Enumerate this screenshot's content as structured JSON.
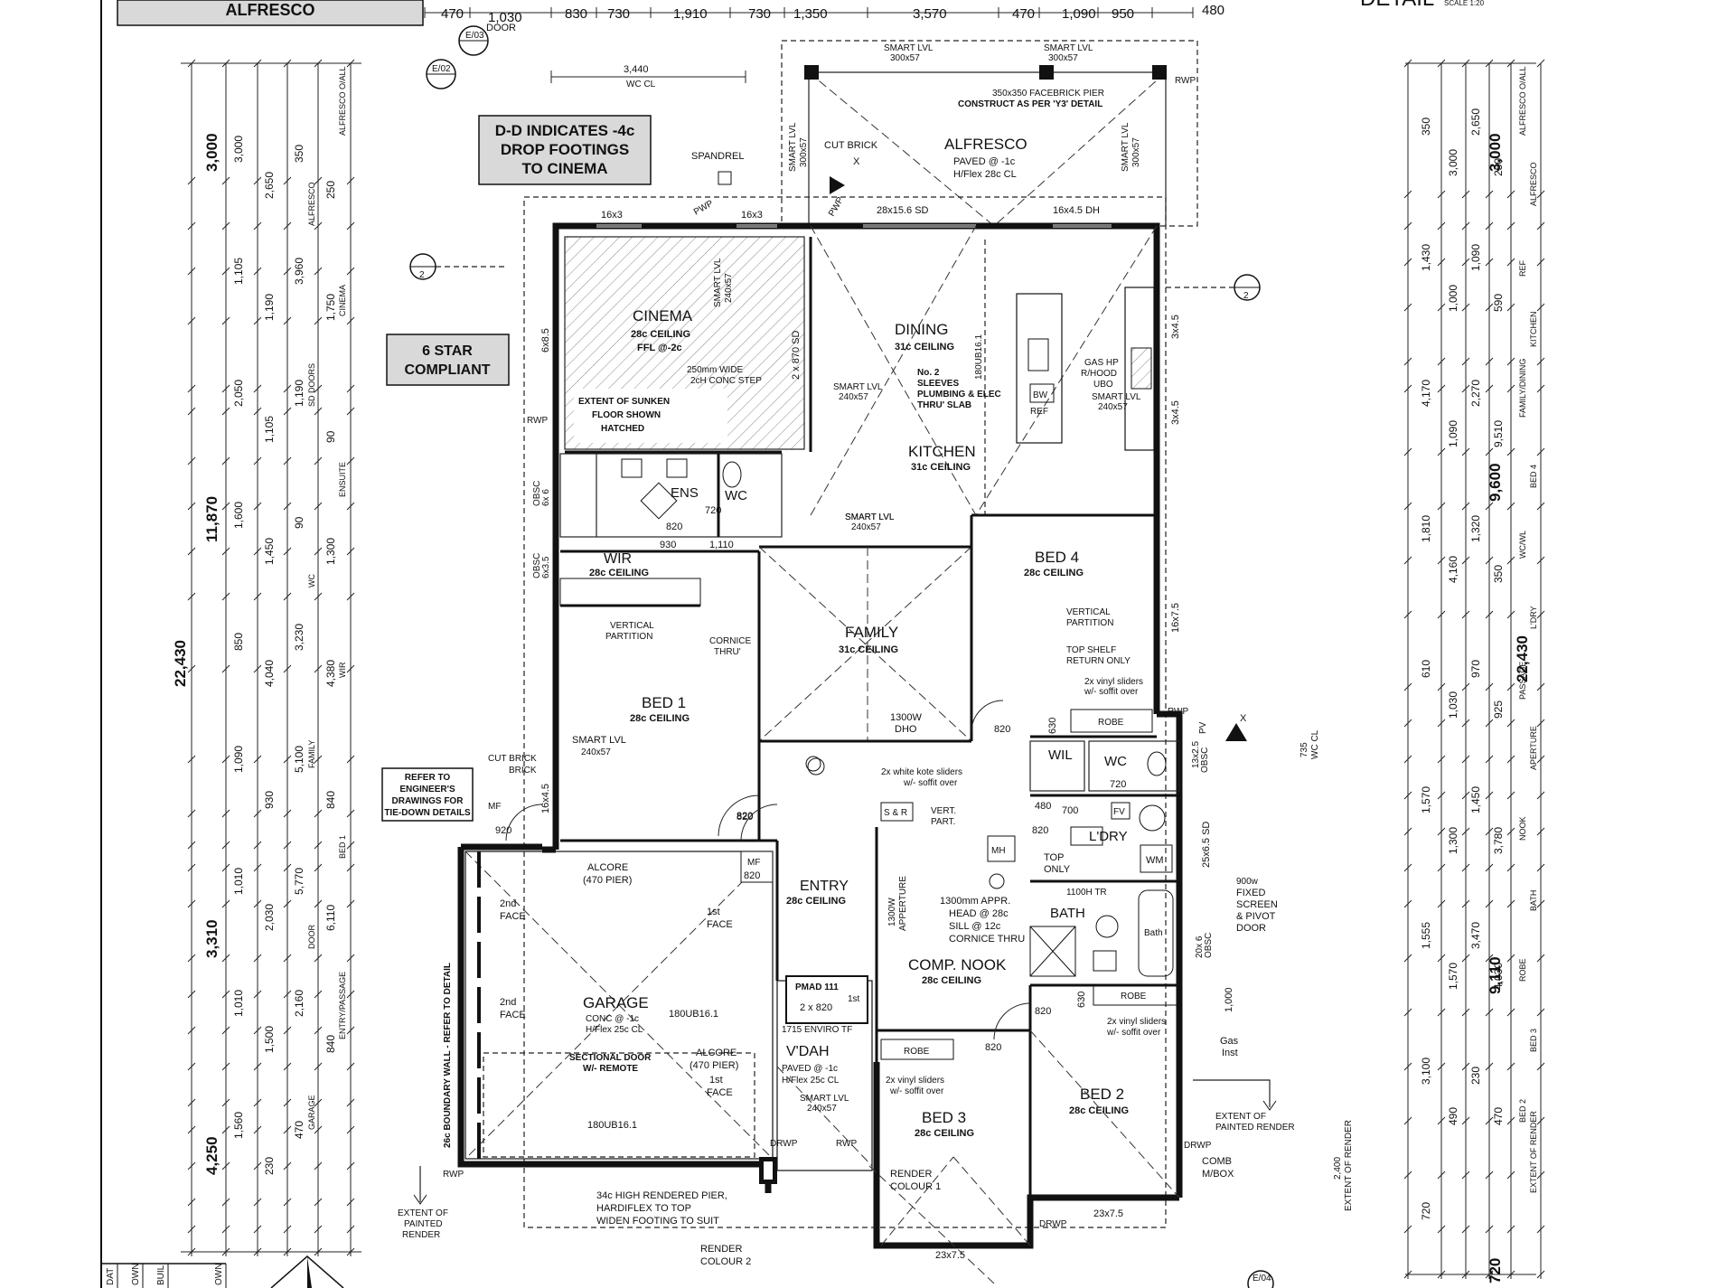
{
  "header": {
    "alfresco_tab": "ALFRESCO",
    "detail": "DETAIL",
    "detail_scale": "SCALE 1:20"
  },
  "callouts": {
    "dd_note": [
      "D-D INDICATES -4c",
      "DROP FOOTINGS",
      "TO CINEMA"
    ],
    "star_note": [
      "6 STAR",
      "COMPLIANT"
    ],
    "engineer_note": [
      "REFER TO",
      "ENGINEER'S",
      "DRAWINGS FOR",
      "TIE-DOWN DETAILS"
    ]
  },
  "section_markers": [
    "E/03",
    "E/02",
    "E/04",
    "2",
    "2"
  ],
  "top_dims": [
    "470",
    "1,030",
    "830",
    "730",
    "1,910",
    "730",
    "1,350",
    "3,570",
    "470",
    "1,090",
    "950",
    "480"
  ],
  "top_dim_door": "DOOR",
  "wc_cl_dim": [
    "3,440",
    "WC CL"
  ],
  "left_dims_outer": [
    "3,000",
    "11,870",
    "22,430",
    "3,310",
    "4,250"
  ],
  "left_dims_inner": [
    "3,000",
    "2,650",
    "350",
    "250",
    "1,105",
    "1,190",
    "3,960",
    "1,750",
    "2,050",
    "1,105",
    "1,190",
    "90",
    "1,600",
    "1,450",
    "90",
    "1,300",
    "850",
    "4,040",
    "3,230",
    "4,380",
    "1,090",
    "930",
    "5,100",
    "840",
    "1,010",
    "2,030",
    "5,770",
    "6,110",
    "1,010",
    "1,500",
    "2,160",
    "840",
    "1,560",
    "230",
    "470"
  ],
  "left_dim_words": [
    "ALFRESCO O/ALL",
    "ALFRESCO",
    "CINEMA",
    "SD DOORS",
    "ENSUITE",
    "WC",
    "WIR",
    "FAMILY",
    "BED 1",
    "DOOR",
    "ENTRY/PASSAGE",
    "GARAGE"
  ],
  "right_dims_outer": [
    "3,000",
    "9,600",
    "22,430",
    "9,110",
    "720"
  ],
  "right_dims_inner": [
    "350",
    "3,000",
    "2,650",
    "250",
    "1,430",
    "1,000",
    "1,090",
    "590",
    "4,170",
    "1,090",
    "2,270",
    "9,510",
    "1,810",
    "4,160",
    "1,320",
    "350",
    "610",
    "1,030",
    "970",
    "925",
    "1,570",
    "1,300",
    "1,450",
    "3,780",
    "1,555",
    "1,570",
    "3,470",
    "4,030",
    "3,100",
    "490",
    "230",
    "470",
    "720"
  ],
  "right_dim_words": [
    "ALFRESCO O/ALL",
    "ALFRESCO",
    "REF",
    "KITCHEN",
    "FAMILY/DINING",
    "BED 4",
    "WC/WL",
    "L'DRY",
    "PASSAGE",
    "APERTURE",
    "NOOK",
    "BATH",
    "ROBE",
    "BED 3",
    "BED 2",
    "EXTENT OF RENDER"
  ],
  "rooms": {
    "alfresco": {
      "name": "ALFRESCO",
      "notes": [
        "PAVED @ -1c",
        "H/Flex 28c CL"
      ]
    },
    "cinema": {
      "name": "CINEMA",
      "notes": [
        "28c CEILING",
        "FFL @-2c"
      ]
    },
    "dining": {
      "name": "DINING",
      "notes": [
        "31c CEILING"
      ]
    },
    "kitchen": {
      "name": "KITCHEN",
      "notes": [
        "31c CEILING"
      ]
    },
    "family": {
      "name": "FAMILY",
      "notes": [
        "31c CEILING"
      ]
    },
    "wir": {
      "name": "WIR",
      "notes": [
        "28c CEILING"
      ]
    },
    "bed1": {
      "name": "BED 1",
      "notes": [
        "28c CEILING"
      ]
    },
    "bed4": {
      "name": "BED 4",
      "notes": [
        "28c CEILING"
      ]
    },
    "ens": {
      "name": "ENS"
    },
    "wc": {
      "name": "WC"
    },
    "wc2": {
      "name": "WC"
    },
    "wil": {
      "name": "WIL"
    },
    "ldry": {
      "name": "L'DRY"
    },
    "bath": {
      "name": "BATH"
    },
    "entry": {
      "name": "ENTRY",
      "notes": [
        "28c CEILING"
      ]
    },
    "garage": {
      "name": "GARAGE",
      "notes": [
        "CONC @ -1c",
        "H/Flex 25c CL"
      ]
    },
    "vdah": {
      "name": "V'DAH",
      "notes": [
        "PAVED @ -1c",
        "H/Flex 25c CL"
      ]
    },
    "comp_nook": {
      "name": "COMP. NOOK",
      "notes": [
        "28c CEILING"
      ]
    },
    "bed3": {
      "name": "BED 3",
      "notes": [
        "28c CEILING"
      ]
    },
    "bed2": {
      "name": "BED 2",
      "notes": [
        "28c CEILING"
      ]
    }
  },
  "annotations": {
    "smart_lvl_300": [
      "SMART LVL",
      "300x57"
    ],
    "facebrick_pier": [
      "350x350 FACEBRICK PIER",
      "CONSTRUCT AS PER 'Y3' DETAIL"
    ],
    "cut_brick": "CUT BRICK",
    "spandrel": "SPANDREL",
    "window_16x3": "16x3",
    "pwp": "PWP",
    "rwp": "RWP",
    "drwp": "DRWP",
    "sd_28x15": "28x15.6 SD",
    "dh_16x45": "16x4.5 DH",
    "sd_2x870": "2 x 870 SD",
    "step_note": [
      "250mm WIDE",
      "2cH CONC STEP"
    ],
    "sunken_note": [
      "EXTENT OF SUNKEN",
      "FLOOR SHOWN",
      "HATCHED"
    ],
    "smart_lvl_240": [
      "SMART LVL",
      "240x57"
    ],
    "ub_180": "180UB16.1",
    "sleeves_note": [
      "No. 2",
      "SLEEVES",
      "PLUMBING & ELEC",
      "THRU' SLAB"
    ],
    "gas_hp": [
      "GAS HP",
      "R/HOOD",
      "UBO"
    ],
    "w_3x45": "3x4.5",
    "w_6x85": "6x8.5",
    "w_6x6": "6x 6",
    "w_6x35": "6x3.5",
    "osc": "OBSC",
    "w_16x75": "16x7.5",
    "w_16x45": "16x4.5",
    "w_13x25": "13x2.5",
    "sd_25x65": "25x6.5 SD",
    "w_20x6": "20x 6",
    "w_23x75": "23x7.5",
    "vertical_partition": [
      "VERTICAL",
      "PARTITION"
    ],
    "cornice_thru": [
      "CORNICE",
      "THRU'"
    ],
    "top_shelf": [
      "TOP SHELF",
      "RETURN ONLY"
    ],
    "vinyl_sliders": [
      "2x vinyl sliders",
      "w/- soffit over"
    ],
    "white_kote": [
      "2x white kote sliders",
      "w/- soffit over"
    ],
    "robe": "ROBE",
    "dho_1300": [
      "1300W",
      "DHO"
    ],
    "d820": "820",
    "d720": "720",
    "d920": "920",
    "d930": "930",
    "d1110": "1,110",
    "d630": "630",
    "d480": "480",
    "d700": "700",
    "top_only": [
      "TOP",
      "ONLY"
    ],
    "fv": "FV",
    "wm": "WM",
    "tr_1100": "1100H TR",
    "screen_note": [
      "900w",
      "FIXED",
      "SCREEN",
      "& PIVOT",
      "DOOR"
    ],
    "bath_small": "Bath",
    "mh": "MH",
    "sr": "S & R",
    "vert_part": [
      "VERT.",
      "PART."
    ],
    "aperture_note": [
      "1300mm APPR.",
      "HEAD @ 28c",
      "SILL @ 12c",
      "CORNICE THRU"
    ],
    "aperture_side": [
      "1300W",
      "APPERTURE"
    ],
    "alcore_top": [
      "ALCORE",
      "(470 PIER)"
    ],
    "alcore_mid": [
      "ALCORE",
      "(470 PIER)"
    ],
    "mf": "MF",
    "face_2nd": [
      "2nd",
      "FACE"
    ],
    "face_1st": [
      "1st",
      "FACE"
    ],
    "sectional_door": [
      "SECTIONAL DOOR",
      "W/- REMOTE"
    ],
    "pmad": "PMAD 111",
    "pmad_2x820": "2 x 820",
    "pmad_1st": "1st",
    "enviro": "1715 ENVIRO TF",
    "boundary_wall": "26c BOUNDARY WALL - REFER TO DETAIL",
    "extent_render": [
      "EXTENT OF",
      "PAINTED",
      "RENDER"
    ],
    "pier_note": [
      "34c HIGH RENDERED PIER,",
      "HARDIFLEX TO TOP",
      "WIDEN FOOTING TO SUIT"
    ],
    "render_colour1": [
      "RENDER",
      "COLOUR 1"
    ],
    "render_colour2": [
      "RENDER",
      "COLOUR 2"
    ],
    "extent_render_right": [
      "EXTENT OF",
      "PAINTED RENDER"
    ],
    "comb_mbox": [
      "COMB",
      "M/BOX"
    ],
    "gas_inst": [
      "Gas",
      "Inst"
    ],
    "d1000": "1,000",
    "d735": [
      "735",
      "WC CL"
    ],
    "d2400": [
      "2,400",
      "EXTENT OF RENDER"
    ],
    "x_mark": "X",
    "pv": "PV",
    "bw": "BW",
    "ref": "REF"
  },
  "title_block": [
    "DAT",
    "OWN",
    "BUIL",
    "OWN"
  ]
}
